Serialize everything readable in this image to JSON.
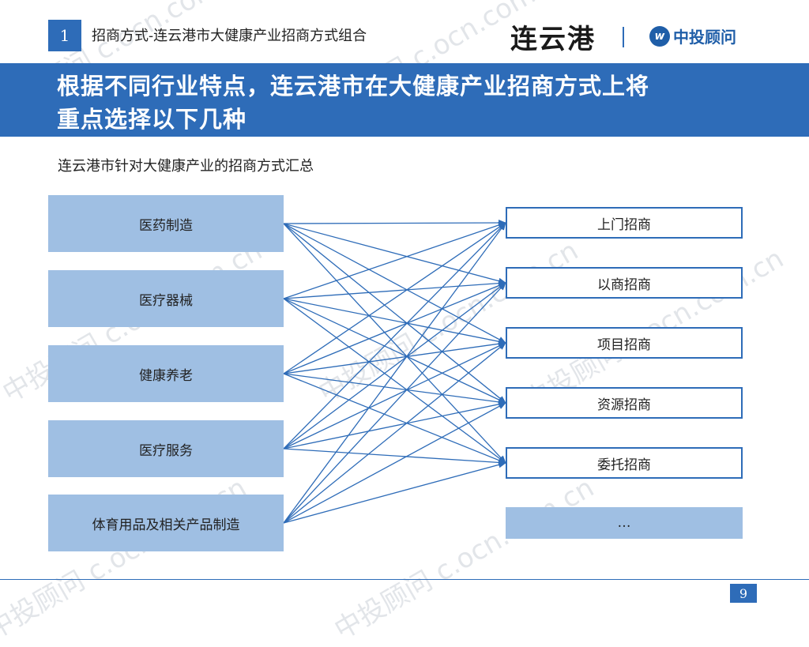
{
  "header": {
    "section_number": "1",
    "title": "招商方式-连云港市大健康产业招商方式组合",
    "logo_left": "连云港",
    "logo_right": "中投顾问",
    "logo_right_icon": "zt-logo-icon"
  },
  "banner": {
    "line1": "根据不同行业特点，连云港市在大健康产业招商方式上将",
    "line2": "重点选择以下几种"
  },
  "subtitle": "连云港市针对大健康产业的招商方式汇总",
  "diagram": {
    "industries": [
      "医药制造",
      "医疗器械",
      "健康养老",
      "医疗服务",
      "体育用品及相关产品制造"
    ],
    "methods": [
      "上门招商",
      "以商招商",
      "项目招商",
      "资源招商",
      "委托招商",
      "…"
    ],
    "connections": [
      [
        0,
        0
      ],
      [
        0,
        1
      ],
      [
        0,
        2
      ],
      [
        0,
        3
      ],
      [
        0,
        4
      ],
      [
        1,
        0
      ],
      [
        1,
        1
      ],
      [
        1,
        2
      ],
      [
        1,
        3
      ],
      [
        1,
        4
      ],
      [
        2,
        0
      ],
      [
        2,
        1
      ],
      [
        2,
        2
      ],
      [
        2,
        3
      ],
      [
        2,
        4
      ],
      [
        3,
        0
      ],
      [
        3,
        1
      ],
      [
        3,
        2
      ],
      [
        3,
        3
      ],
      [
        3,
        4
      ],
      [
        4,
        0
      ],
      [
        4,
        1
      ],
      [
        4,
        2
      ],
      [
        4,
        3
      ],
      [
        4,
        4
      ]
    ]
  },
  "watermark": "中投顾问 c.ocn.com.cn",
  "page_number": "9",
  "colors": {
    "accent": "#2e6cb8",
    "box_fill": "#9fbfe3"
  }
}
